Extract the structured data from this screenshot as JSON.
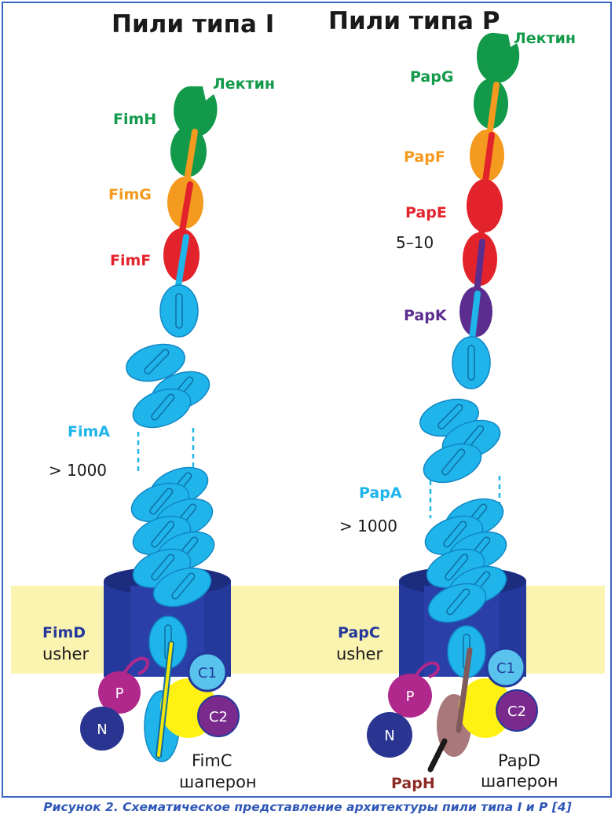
{
  "titles": {
    "left": "Пили типа I",
    "right": "Пили типа P"
  },
  "left": {
    "lectin": "Лектин",
    "fimH": "FimH",
    "fimG": "FimG",
    "fimF": "FimF",
    "fimA": "FimA",
    "count": "> 1000",
    "usher_name": "FimD",
    "usher_word": "usher",
    "chaperone_name": "FimC",
    "chaperone_word": "шаперон",
    "c1": "C1",
    "c2": "C2",
    "p": "P",
    "n": "N"
  },
  "right": {
    "lectin": "Лектин",
    "papG": "PapG",
    "papF": "PapF",
    "papE": "PapE",
    "papE_count": "5–10",
    "papK": "PapK",
    "papA": "PapA",
    "count": "> 1000",
    "usher_name": "PapC",
    "usher_word": "usher",
    "papH": "PapH",
    "chaperone_name": "PapD",
    "chaperone_word": "шаперон",
    "c1": "C1",
    "c2": "C2",
    "p": "P",
    "n": "N"
  },
  "caption": "Рисунок 2. Схематическое представление архитектуры пили типа I и P [4]",
  "colors": {
    "frame": "#3a66c4",
    "membrane": "#fbf3b0",
    "usher": "#24399b",
    "usher_dark": "#1c2d80",
    "pilin_blue": "#1fb5ea",
    "pilin_outline": "#1186c4",
    "green": "#129a4a",
    "orange": "#f39a1f",
    "red": "#e3232b",
    "purple": "#5b2d8e",
    "navy_circle": "#2a3592",
    "magenta": "#b0288c",
    "c2_purple": "#7a2a8c",
    "c1_light": "#59c3ee",
    "yellow": "#fff212",
    "paph_brown": "#a9787a",
    "label_green": "#129a4a",
    "label_orange": "#f39a1f",
    "label_red": "#e3232b",
    "label_cyan": "#1fb5ea",
    "label_purple": "#5b2d8e",
    "label_navy": "#24399b",
    "label_brown": "#8b2b24"
  }
}
